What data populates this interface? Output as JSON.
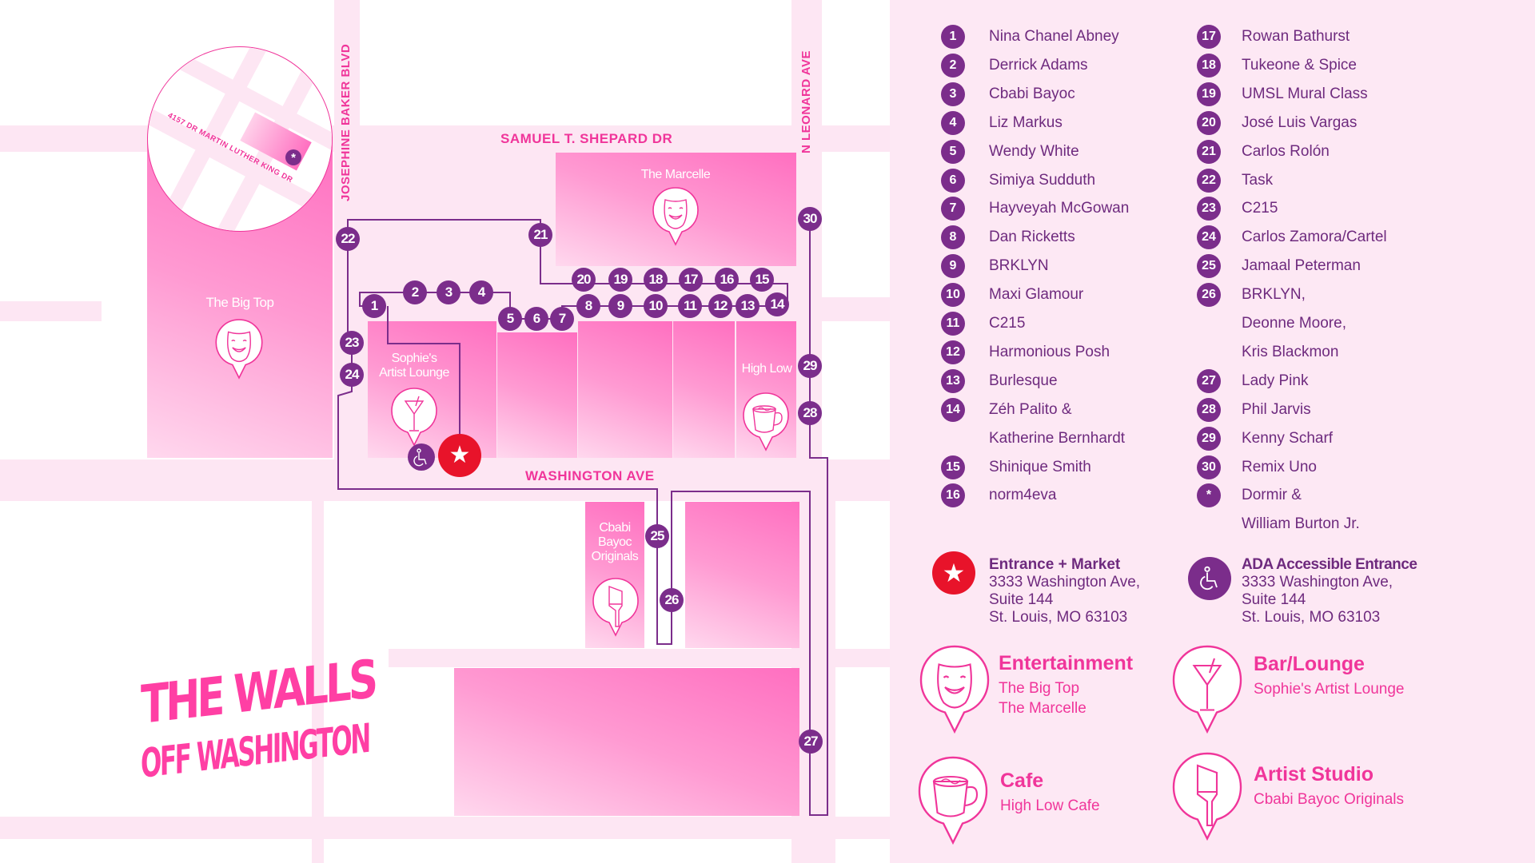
{
  "streets": {
    "samuel": "SAMUEL T. SHEPARD DR",
    "josephine": "JOSEPHINE BAKER BLVD",
    "leonard": "N LEONARD AVE",
    "washington": "WASHINGTON AVE"
  },
  "inset": {
    "street": "4157 DR MARTIN LUTHER KING DR",
    "marker": "*"
  },
  "buildings": {
    "big_top": "The Big Top",
    "marcelle": "The Marcelle",
    "sophies_1": "Sophie's",
    "sophies_2": "Artist Lounge",
    "high_low": "High Low",
    "cbabi_1": "Cbabi",
    "cbabi_2": "Bayoc",
    "cbabi_3": "Originals"
  },
  "logo": {
    "line1": "THE WALLS",
    "line2": "OFF WASHINGTON"
  },
  "markers": [
    "1",
    "2",
    "3",
    "4",
    "5",
    "6",
    "7",
    "8",
    "9",
    "10",
    "11",
    "12",
    "13",
    "14",
    "15",
    "16",
    "17",
    "18",
    "19",
    "20",
    "21",
    "22",
    "23",
    "24",
    "25",
    "26",
    "27",
    "28",
    "29",
    "30"
  ],
  "legend_left": [
    {
      "num": "1",
      "name": "Nina Chanel Abney"
    },
    {
      "num": "2",
      "name": "Derrick Adams"
    },
    {
      "num": "3",
      "name": "Cbabi Bayoc"
    },
    {
      "num": "4",
      "name": "Liz Markus"
    },
    {
      "num": "5",
      "name": "Wendy White"
    },
    {
      "num": "6",
      "name": "Simiya Sudduth"
    },
    {
      "num": "7",
      "name": "Hayveyah McGowan"
    },
    {
      "num": "8",
      "name": "Dan Ricketts"
    },
    {
      "num": "9",
      "name": "BRKLYN"
    },
    {
      "num": "10",
      "name": "Maxi Glamour"
    },
    {
      "num": "11",
      "name": "C215"
    },
    {
      "num": "12",
      "name": "Harmonious Posh"
    },
    {
      "num": "13",
      "name": "Burlesque"
    },
    {
      "num": "14",
      "name": "Zéh Palito &"
    },
    {
      "num": "",
      "name": "Katherine Bernhardt"
    },
    {
      "num": "15",
      "name": "Shinique Smith"
    },
    {
      "num": "16",
      "name": "norm4eva"
    }
  ],
  "legend_right": [
    {
      "num": "17",
      "name": "Rowan Bathurst"
    },
    {
      "num": "18",
      "name": "Tukeone & Spice"
    },
    {
      "num": "19",
      "name": "UMSL Mural Class"
    },
    {
      "num": "20",
      "name": "José Luis Vargas"
    },
    {
      "num": "21",
      "name": "Carlos Rolón"
    },
    {
      "num": "22",
      "name": "Task"
    },
    {
      "num": "23",
      "name": "C215"
    },
    {
      "num": "24",
      "name": "Carlos Zamora/Cartel"
    },
    {
      "num": "25",
      "name": "Jamaal Peterman"
    },
    {
      "num": "26",
      "name": "BRKLYN,"
    },
    {
      "num": "",
      "name": "Deonne Moore,"
    },
    {
      "num": "",
      "name": "Kris Blackmon"
    },
    {
      "num": "27",
      "name": "Lady Pink"
    },
    {
      "num": "28",
      "name": "Phil Jarvis"
    },
    {
      "num": "29",
      "name": "Kenny Scharf"
    },
    {
      "num": "30",
      "name": "Remix Uno"
    },
    {
      "num": "*",
      "name": "Dormir &"
    },
    {
      "num": "",
      "name": "William Burton Jr."
    }
  ],
  "entrance": {
    "title": "Entrance + Market",
    "line1": "3333 Washington Ave,",
    "line2": "Suite 144",
    "line3": "St. Louis, MO 63103"
  },
  "ada": {
    "title": "ADA Accessible Entrance",
    "line1": "3333 Washington Ave,",
    "line2": "Suite 144",
    "line3": "St. Louis, MO 63103"
  },
  "categories": {
    "entertainment": {
      "title": "Entertainment",
      "items": [
        "The Big Top",
        "The Marcelle"
      ]
    },
    "bar": {
      "title": "Bar/Lounge",
      "items": [
        "Sophie's Artist Lounge"
      ]
    },
    "cafe": {
      "title": "Cafe",
      "items": [
        "High Low Cafe"
      ]
    },
    "studio": {
      "title": "Artist Studio",
      "items": [
        "Cbabi Bayoc Originals"
      ]
    }
  },
  "colors": {
    "purple": "#7b2d8b",
    "pink": "#f0359a",
    "red": "#e8132a",
    "bg": "#fde8f4"
  }
}
